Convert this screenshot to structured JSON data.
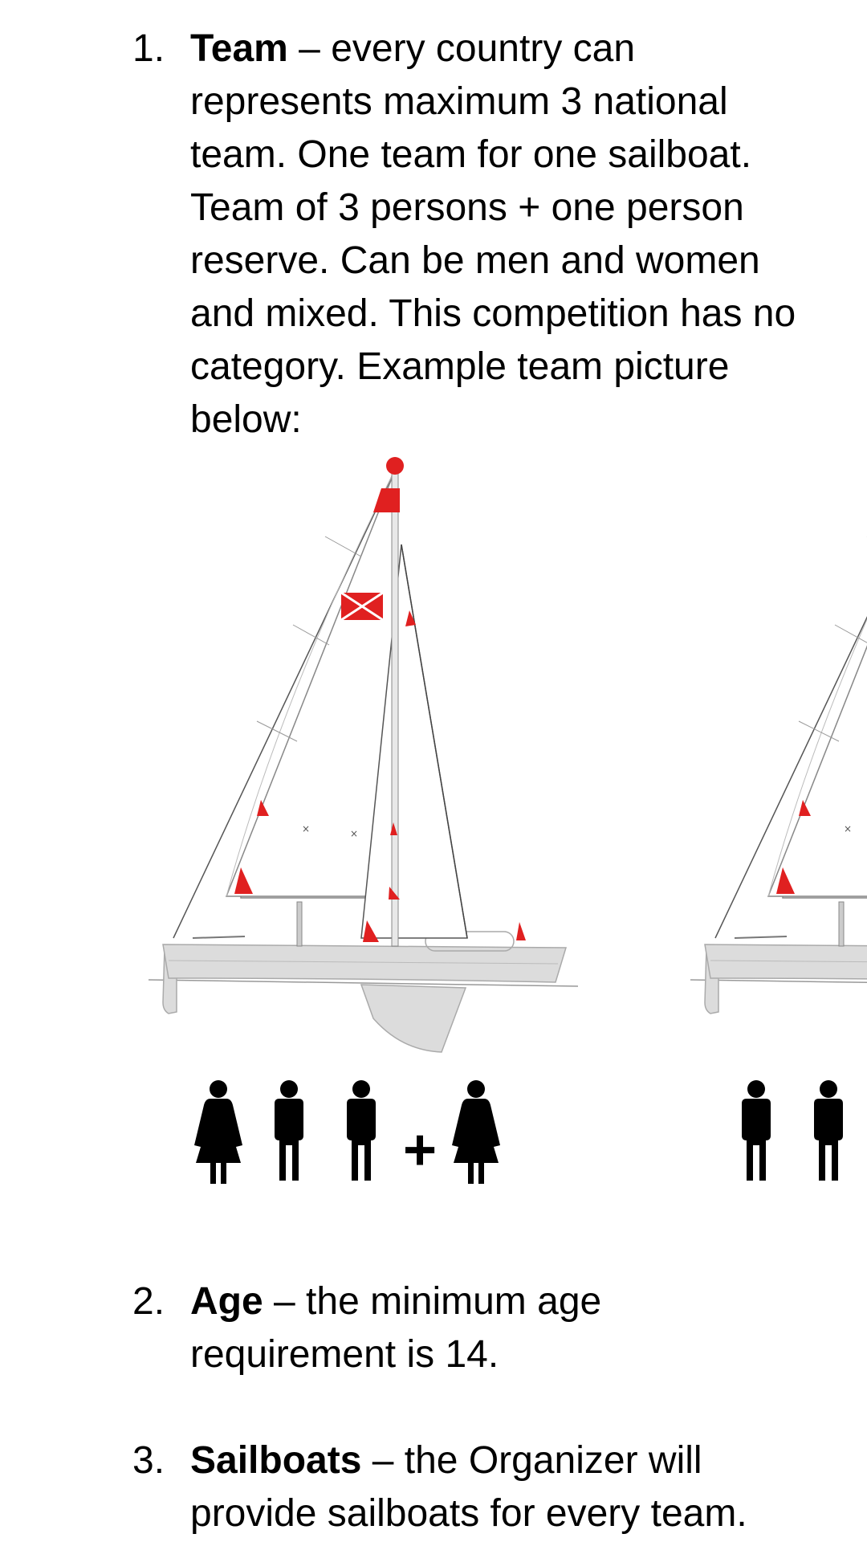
{
  "items": [
    {
      "number": "1.",
      "term": "Team",
      "text": " – every country can represents maximum 3 national team. One team for one sailboat. Team of 3 persons + one person reserve. Can be men and women and mixed. This competition has no category. Example team picture below:"
    },
    {
      "number": "2.",
      "term": "Age",
      "text": " – the minimum age requirement is 14."
    },
    {
      "number": "3.",
      "term": "Sailboats",
      "text": " – the Organizer will provide sailboats for every team."
    }
  ],
  "illustration": {
    "plus_sign": "+",
    "crew_1": [
      "woman-icon",
      "man-icon",
      "man-icon"
    ],
    "reserve_1": "woman-icon",
    "crew_2": [
      "man-icon",
      "man-icon"
    ],
    "colors": {
      "sail_accent": "#e02020",
      "hull": "#dcdcdc",
      "figure": "#000000"
    }
  }
}
